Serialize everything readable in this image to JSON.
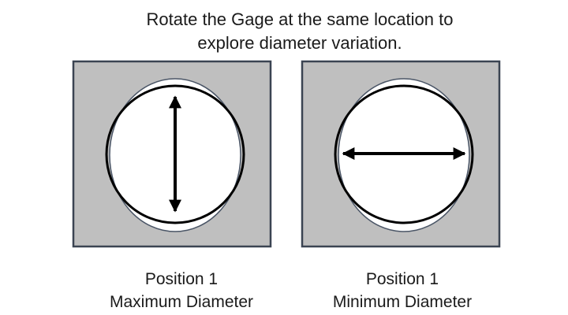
{
  "title": {
    "line1": "Rotate the Gage at the same location to",
    "line2": "explore diameter variation."
  },
  "panels": [
    {
      "position_label": "Position 1",
      "measurement_label": "Maximum Diameter",
      "arrow_orientation": "vertical"
    },
    {
      "position_label": "Position 1",
      "measurement_label": "Minimum Diameter",
      "arrow_orientation": "horizontal"
    }
  ],
  "colors": {
    "box_fill": "#bfbfbf",
    "box_stroke": "#3b4452",
    "ellipse_fill": "#ffffff",
    "ellipse_stroke": "#4a5566",
    "circle_stroke": "#000000",
    "arrow": "#000000",
    "text": "#1a1a1a"
  }
}
